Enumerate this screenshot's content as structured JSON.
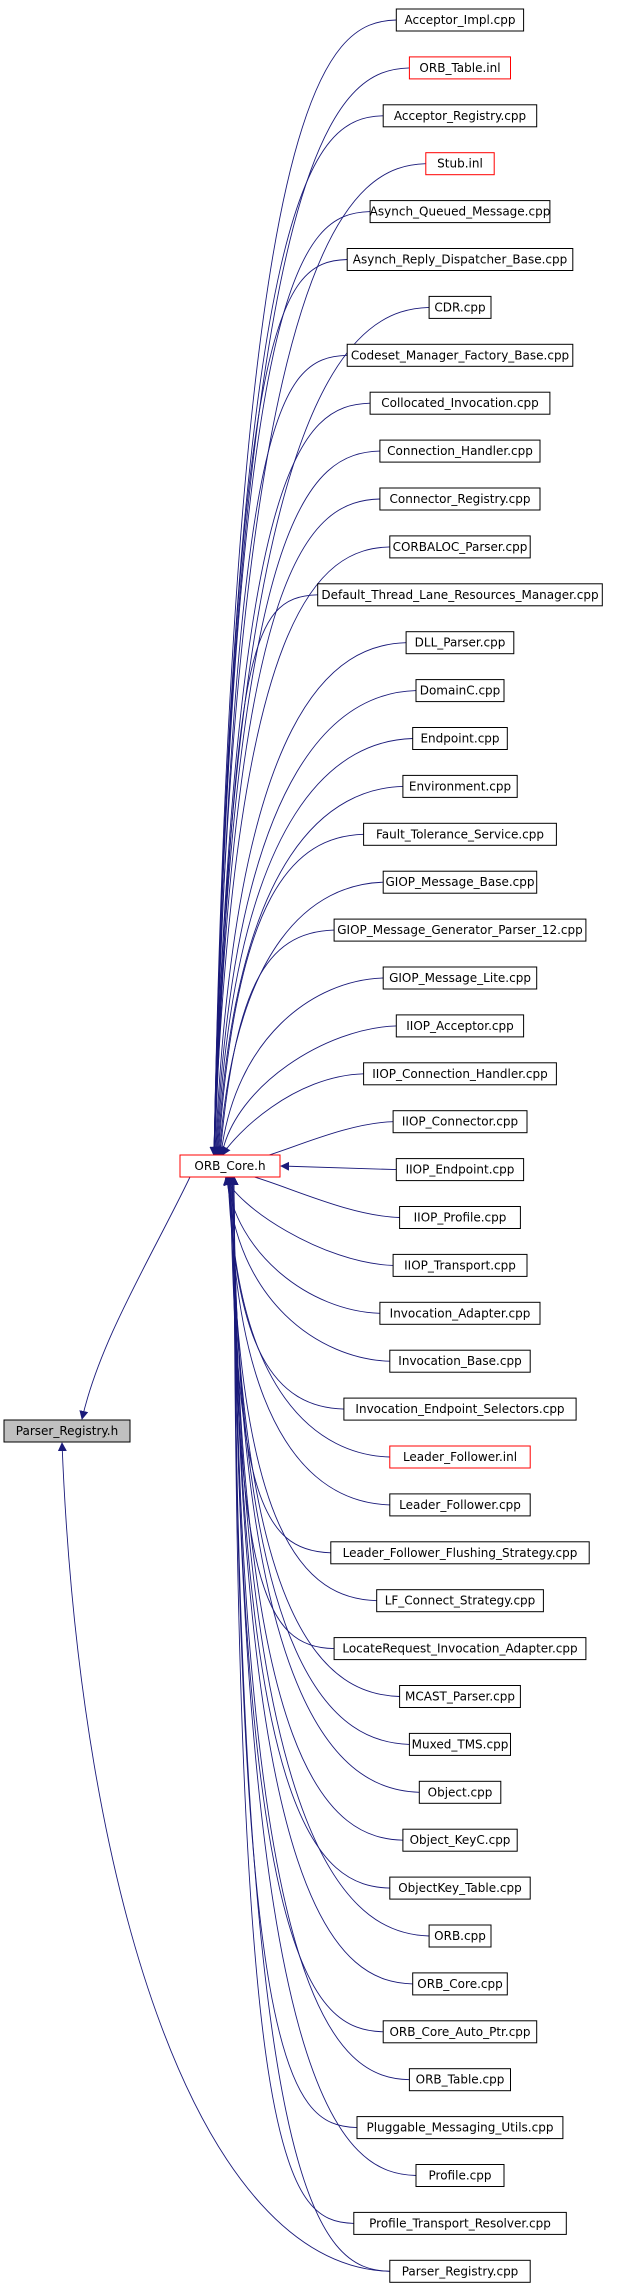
{
  "colors": {
    "edge": "#1a1a7a",
    "normal_border": "#000000",
    "undocumented_border": "#ff0000",
    "root_fill": "#c0c0c0",
    "node_fill": "#ffffff"
  },
  "root": {
    "label": "Parser_Registry.h"
  },
  "hub": {
    "label": "ORB_Core.h",
    "style": "red"
  },
  "includers": [
    {
      "label": "Acceptor_Impl.cpp",
      "style": "normal"
    },
    {
      "label": "ORB_Table.inl",
      "style": "red"
    },
    {
      "label": "Acceptor_Registry.cpp",
      "style": "normal"
    },
    {
      "label": "Stub.inl",
      "style": "red"
    },
    {
      "label": "Asynch_Queued_Message.cpp",
      "style": "normal"
    },
    {
      "label": "Asynch_Reply_Dispatcher_Base.cpp",
      "style": "normal"
    },
    {
      "label": "CDR.cpp",
      "style": "normal"
    },
    {
      "label": "Codeset_Manager_Factory_Base.cpp",
      "style": "normal"
    },
    {
      "label": "Collocated_Invocation.cpp",
      "style": "normal"
    },
    {
      "label": "Connection_Handler.cpp",
      "style": "normal"
    },
    {
      "label": "Connector_Registry.cpp",
      "style": "normal"
    },
    {
      "label": "CORBALOC_Parser.cpp",
      "style": "normal"
    },
    {
      "label": "Default_Thread_Lane_Resources_Manager.cpp",
      "style": "normal"
    },
    {
      "label": "DLL_Parser.cpp",
      "style": "normal"
    },
    {
      "label": "DomainC.cpp",
      "style": "normal"
    },
    {
      "label": "Endpoint.cpp",
      "style": "normal"
    },
    {
      "label": "Environment.cpp",
      "style": "normal"
    },
    {
      "label": "Fault_Tolerance_Service.cpp",
      "style": "normal"
    },
    {
      "label": "GIOP_Message_Base.cpp",
      "style": "normal"
    },
    {
      "label": "GIOP_Message_Generator_Parser_12.cpp",
      "style": "normal"
    },
    {
      "label": "GIOP_Message_Lite.cpp",
      "style": "normal"
    },
    {
      "label": "IIOP_Acceptor.cpp",
      "style": "normal"
    },
    {
      "label": "IIOP_Connection_Handler.cpp",
      "style": "normal"
    },
    {
      "label": "IIOP_Connector.cpp",
      "style": "normal"
    },
    {
      "label": "IIOP_Endpoint.cpp",
      "style": "normal"
    },
    {
      "label": "IIOP_Profile.cpp",
      "style": "normal"
    },
    {
      "label": "IIOP_Transport.cpp",
      "style": "normal"
    },
    {
      "label": "Invocation_Adapter.cpp",
      "style": "normal"
    },
    {
      "label": "Invocation_Base.cpp",
      "style": "normal"
    },
    {
      "label": "Invocation_Endpoint_Selectors.cpp",
      "style": "normal"
    },
    {
      "label": "Leader_Follower.inl",
      "style": "red"
    },
    {
      "label": "Leader_Follower.cpp",
      "style": "normal"
    },
    {
      "label": "Leader_Follower_Flushing_Strategy.cpp",
      "style": "normal"
    },
    {
      "label": "LF_Connect_Strategy.cpp",
      "style": "normal"
    },
    {
      "label": "LocateRequest_Invocation_Adapter.cpp",
      "style": "normal"
    },
    {
      "label": "MCAST_Parser.cpp",
      "style": "normal"
    },
    {
      "label": "Muxed_TMS.cpp",
      "style": "normal"
    },
    {
      "label": "Object.cpp",
      "style": "normal"
    },
    {
      "label": "Object_KeyC.cpp",
      "style": "normal"
    },
    {
      "label": "ObjectKey_Table.cpp",
      "style": "normal"
    },
    {
      "label": "ORB.cpp",
      "style": "normal"
    },
    {
      "label": "ORB_Core.cpp",
      "style": "normal"
    },
    {
      "label": "ORB_Core_Auto_Ptr.cpp",
      "style": "normal"
    },
    {
      "label": "ORB_Table.cpp",
      "style": "normal"
    },
    {
      "label": "Pluggable_Messaging_Utils.cpp",
      "style": "normal"
    },
    {
      "label": "Profile.cpp",
      "style": "normal"
    },
    {
      "label": "Profile_Transport_Resolver.cpp",
      "style": "normal"
    },
    {
      "label": "Parser_Registry.cpp",
      "style": "normal"
    }
  ]
}
